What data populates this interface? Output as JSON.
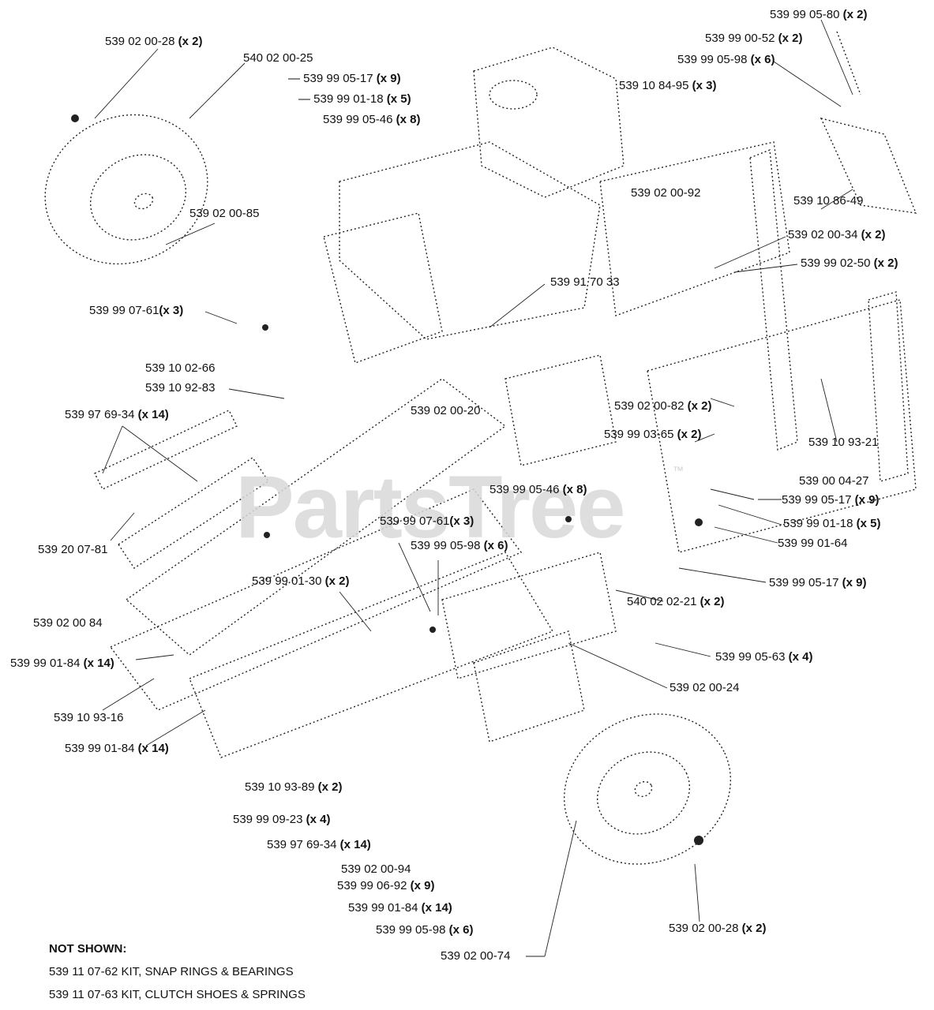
{
  "watermark": {
    "text": "PartsTree",
    "tm": "™"
  },
  "labels": [
    {
      "part": "539 99 05-80",
      "qty": "(x 2)"
    },
    {
      "part": "539 99 00-52",
      "qty": "(x 2)"
    },
    {
      "part": "539 99 05-98",
      "qty": "(x 6)"
    },
    {
      "part": "539 10 84-95",
      "qty": "(x 3)"
    },
    {
      "part": "539 02 00-28",
      "qty": "(x 2)"
    },
    {
      "part": "540 02 00-25",
      "qty": ""
    },
    {
      "part": "539 99 05-17",
      "qty": "(x 9)"
    },
    {
      "part": "539 99 01-18",
      "qty": "(x 5)"
    },
    {
      "part": "539 99 05-46",
      "qty": "(x 8)"
    },
    {
      "part": "539 02 00-92",
      "qty": ""
    },
    {
      "part": "539 10 86-49",
      "qty": ""
    },
    {
      "part": "539 02 00-85",
      "qty": ""
    },
    {
      "part": "539 02 00-34",
      "qty": "(x 2)"
    },
    {
      "part": "539 99 02-50",
      "qty": "(x 2)"
    },
    {
      "part": "539 91 70 33",
      "qty": ""
    },
    {
      "part": "539 99 07-61",
      "qty": "(x 3)"
    },
    {
      "part": "539 10 02-66",
      "qty": ""
    },
    {
      "part": "539 10 92-83",
      "qty": ""
    },
    {
      "part": "539 02 00-82",
      "qty": "(x 2)"
    },
    {
      "part": "539 97 69-34",
      "qty": "(x 14)"
    },
    {
      "part": "539 02 00-20",
      "qty": ""
    },
    {
      "part": "539 99 03-65",
      "qty": "(x 2)"
    },
    {
      "part": "539 10 93-21",
      "qty": ""
    },
    {
      "part": "539 00 04-27",
      "qty": ""
    },
    {
      "part": "539 99 05-46",
      "qty": "(x 8)"
    },
    {
      "part": "539 99 05-17",
      "qty": "(x 9)"
    },
    {
      "part": "539 99 07-61",
      "qty": "(x 3)"
    },
    {
      "part": "539 99 01-18",
      "qty": "(x 5)"
    },
    {
      "part": "539 20 07-81",
      "qty": ""
    },
    {
      "part": "539 99 05-98",
      "qty": "(x 6)"
    },
    {
      "part": "539 99 01-64",
      "qty": ""
    },
    {
      "part": "539 99 01-30",
      "qty": "(x 2)"
    },
    {
      "part": "539 99 05-17",
      "qty": "(x 9)"
    },
    {
      "part": "540 02 02-21",
      "qty": "(x 2)"
    },
    {
      "part": "539 02 00 84",
      "qty": ""
    },
    {
      "part": "539 99 05-63",
      "qty": "(x 4)"
    },
    {
      "part": "539 99 01-84",
      "qty": "(x 14)"
    },
    {
      "part": "539 02 00-24",
      "qty": ""
    },
    {
      "part": "539 10 93-16",
      "qty": ""
    },
    {
      "part": "539 99 01-84",
      "qty": "(x 14)"
    },
    {
      "part": "539 10 93-89",
      "qty": "(x 2)"
    },
    {
      "part": "539 99 09-23",
      "qty": "(x 4)"
    },
    {
      "part": "539 97 69-34",
      "qty": "(x 14)"
    },
    {
      "part": "539 02 00-94",
      "qty": ""
    },
    {
      "part": "539 99 06-92",
      "qty": "(x 9)"
    },
    {
      "part": "539 99 01-84",
      "qty": "(x 14)"
    },
    {
      "part": "539 99 05-98",
      "qty": "(x 6)"
    },
    {
      "part": "539 02 00-28",
      "qty": "(x 2)"
    },
    {
      "part": "539 02 00-74",
      "qty": ""
    }
  ],
  "not_shown": {
    "heading": "NOT SHOWN:",
    "items": [
      "539 11 07-62  KIT, SNAP RINGS & BEARINGS",
      "539 11 07-63  KIT, CLUTCH SHOES & SPRINGS"
    ]
  }
}
